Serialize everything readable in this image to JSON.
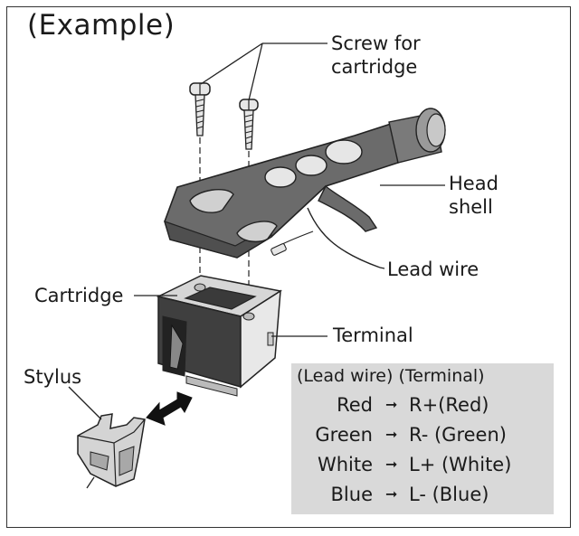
{
  "title": "(Example)",
  "labels": {
    "screw": "Screw for",
    "screw2": "cartridge",
    "head": "Head",
    "head2": "shell",
    "lead": "Lead wire",
    "cartridge": "Cartridge",
    "terminal": "Terminal",
    "stylus": "Stylus"
  },
  "table": {
    "header_left": "(Lead wire)",
    "header_right": "(Terminal)",
    "rows": [
      {
        "wire": "Red",
        "terminal": "R+(Red)"
      },
      {
        "wire": "Green",
        "terminal": "R- (Green)"
      },
      {
        "wire": "White",
        "terminal": "L+ (White)"
      },
      {
        "wire": "Blue",
        "terminal": "L- (Blue)"
      }
    ]
  }
}
